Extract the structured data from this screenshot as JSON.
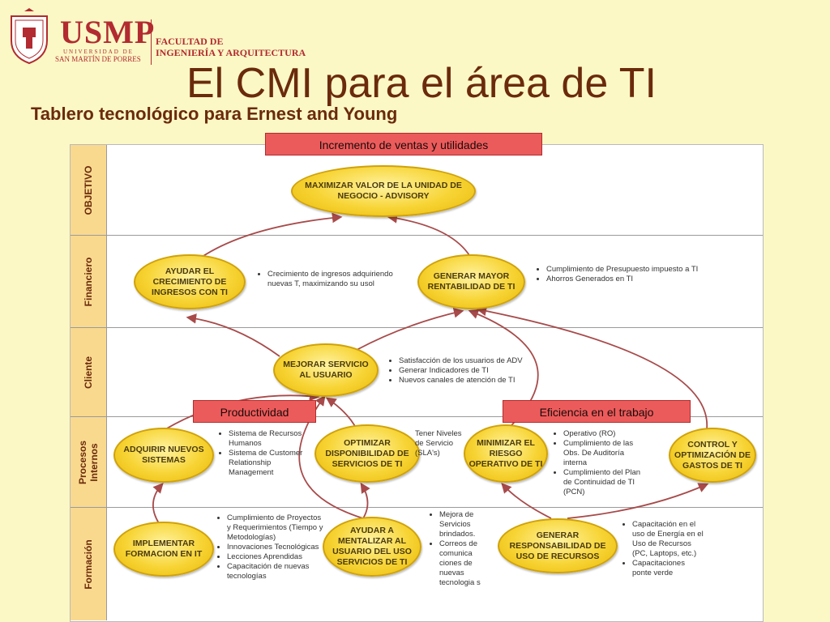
{
  "logo": {
    "name": "USMP",
    "university": "UNIVERSIDAD DE",
    "university2": "SAN MARTÍN DE PORRES",
    "faculty1": "FACULTAD DE",
    "faculty2": "INGENIERÍA Y ARQUITECTURA"
  },
  "title": "El CMI para el área de TI",
  "subtitle": "Tablero tecnológico para Ernest and Young",
  "rows": {
    "objetivo": "OBJETIVO",
    "financiero": "Financiero",
    "cliente": "Cliente",
    "procesos": "Procesos Internos",
    "formacion": "Formación"
  },
  "nodes": {
    "maximizar": "MAXIMIZAR VALOR DE LA UNIDAD DE NEGOCIO - ADVISORY",
    "ayudar_crec": "AYUDAR EL CRECIMIENTO DE INGRESOS CON TI",
    "generar_rent": "GENERAR MAYOR RENTABILIDAD DE TI",
    "mejorar": "MEJORAR SERVICIO AL USUARIO",
    "adquirir": "ADQUIRIR NUEVOS SISTEMAS",
    "optimizar": "OPTIMIZAR DISPONIBILIDAD DE SERVICIOS DE TI",
    "minimizar": "MINIMIZAR EL RIESGO OPERATIVO DE TI",
    "control": "CONTROL Y OPTIMIZACIÓN DE GASTOS DE TI",
    "implementar": "IMPLEMENTAR FORMACION EN IT",
    "ayudar_ment": "AYUDAR A MENTALIZAR AL USUARIO DEL USO SERVICIOS DE TI",
    "generar_resp": "GENERAR RESPONSABILIDAD DE USO DE RECURSOS"
  },
  "notes": {
    "crecimiento": [
      "Crecimiento de ingresos adquiriendo nuevas T, maximizando su usol"
    ],
    "rentabilidad": [
      "Cumplimiento de Presupuesto impuesto a TI",
      "Ahorros Generados en TI"
    ],
    "cliente": [
      "Satisfacción de los usuarios de ADV",
      "Generar Indicadores de TI",
      "Nuevos canales de atención de TI"
    ],
    "adquirir": [
      "Sistema de Recursos Humanos",
      "Sistema de Customer Relationship Management"
    ],
    "optimizar": [
      "Tener Niveles de Servicio (SLA's)"
    ],
    "minimizar": [
      "Operativo (RO)",
      "Cumplimiento de las Obs. De Auditoría interna",
      "Cumplimiento del Plan de Continuidad de TI (PCN)"
    ],
    "implementar": [
      "Cumplimiento de Proyectos y Requerimientos (Tiempo y Metodologías)",
      "Innovaciones Tecnológicas",
      "Lecciones Aprendidas",
      "Capacitación de nuevas tecnologías"
    ],
    "mentalizar": [
      "Mejora de Servicios brindados.",
      "Correos de comunica ciones de nuevas tecnologia s"
    ],
    "responsabilidad": [
      "Capacitación en el uso de Energía en el Uso de Recursos (PC, Laptops, etc.)",
      "Capacitaciones ponte verde"
    ]
  },
  "callouts": {
    "incremento": "Incremento de ventas y utilidades",
    "productividad": "Productividad",
    "eficiencia": "Eficiencia en el trabajo"
  },
  "colors": {
    "background": "#fbf8c6",
    "title": "#6b2a0c",
    "brand": "#b22b30",
    "arrow": "#a84a4a",
    "callout": "#ec5b5b",
    "node": "#f7d434",
    "row_label": "#f9d98e"
  }
}
